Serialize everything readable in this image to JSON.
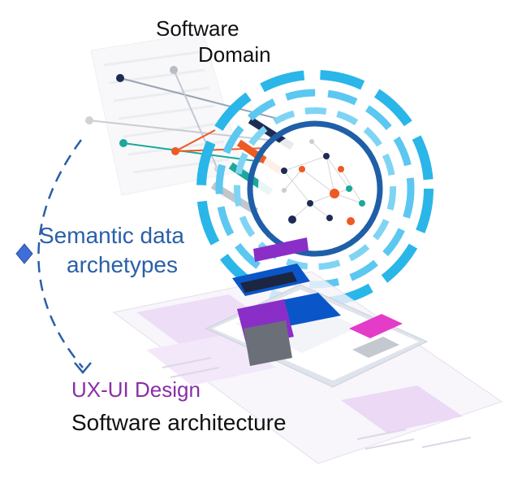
{
  "labels": {
    "software": "Software",
    "domain": "Domain",
    "semantic_line1": "Semantic data",
    "semantic_line2": "archetypes",
    "ux_ui": "UX-UI Design",
    "architecture": "Software architecture"
  },
  "colors": {
    "ring_dark": "#1f5fa8",
    "ring_light": "#2ab6e8",
    "semantic_text": "#2a5fa8",
    "ux_text": "#8a2ea8",
    "node_orange": "#ee5a24",
    "node_navy": "#1d2c55",
    "node_teal": "#1aa99a",
    "menu_purple": "#8a2ec8",
    "menu_blue": "#0a56c8",
    "cta_pink": "#e43cc8"
  },
  "icons": {
    "arrow": "dashed-curved-arrow",
    "marker": "diamond-marker",
    "network": "network-graph",
    "phone": "phone-mockup"
  }
}
